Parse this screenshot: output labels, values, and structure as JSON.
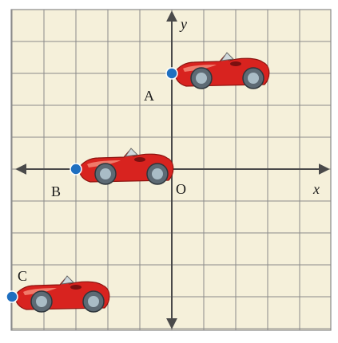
{
  "axes": {
    "x_label": "x",
    "y_label": "y",
    "origin_label": "O"
  },
  "points": [
    {
      "label": "A",
      "x": 0,
      "y": 3
    },
    {
      "label": "B",
      "x": -3,
      "y": 0
    },
    {
      "label": "C",
      "x": -5,
      "y": -4
    }
  ],
  "colors": {
    "background": "#f5f0da",
    "grid": "#8a8a8a",
    "axis": "#4a4a4a",
    "point": "#1f6fc0",
    "car_body": "#d8231f",
    "car_highlight": "#f07a6a",
    "tire": "#5d6a74",
    "hub": "#a9bcc6"
  }
}
